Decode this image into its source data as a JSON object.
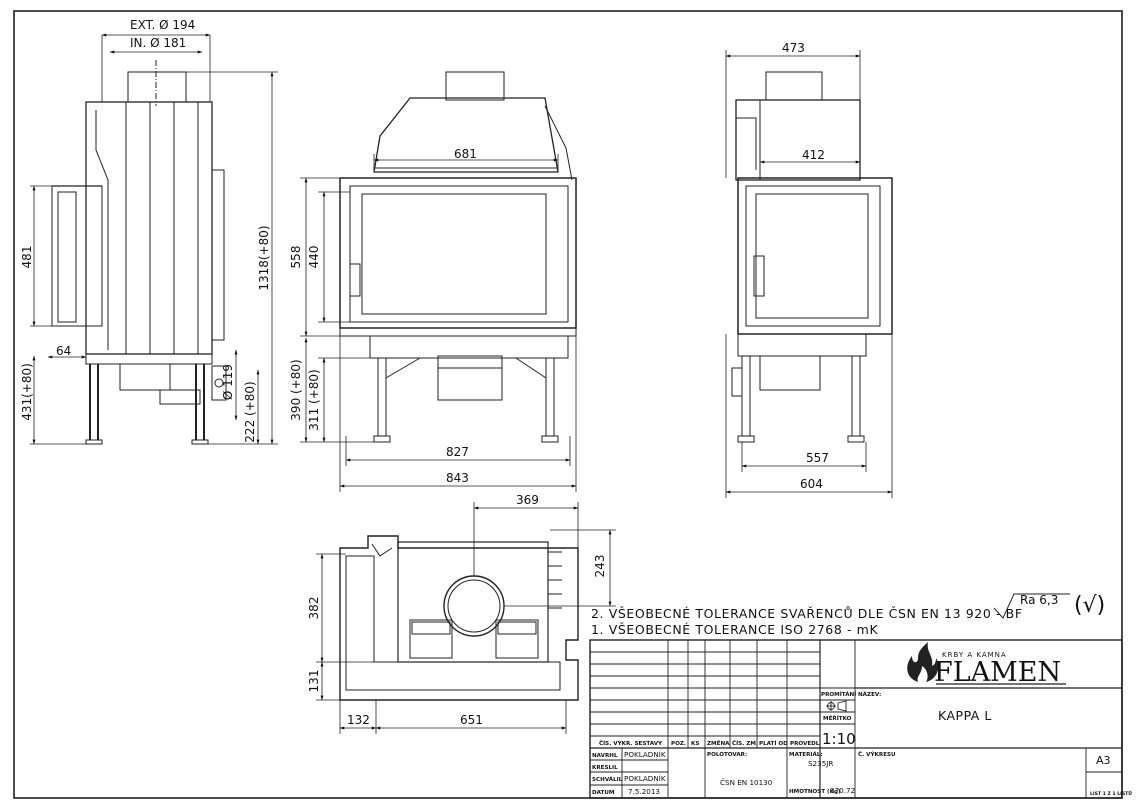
{
  "dimensions": {
    "side": {
      "ext_d": "EXT. Ø 194",
      "in_d": "IN. Ø 181",
      "h_481": "481",
      "h_1318": "1318(+80)",
      "w_64": "64",
      "h_431": "431(+80)",
      "d_119": "Ø 119",
      "h_222": "222 (+80)"
    },
    "front": {
      "w_681": "681",
      "h_558": "558",
      "h_440": "440",
      "h_390": "390 (+80)",
      "h_311": "311 (+80)",
      "w_827": "827",
      "w_843": "843"
    },
    "right": {
      "w_473": "473",
      "w_412": "412",
      "w_557": "557",
      "w_604": "604"
    },
    "top": {
      "w_369": "369",
      "h_243": "243",
      "h_382": "382",
      "h_131": "131",
      "w_132": "132",
      "w_651": "651"
    }
  },
  "notes": {
    "line2": "2. VŠEOBECNÉ TOLERANCE SVAŘENCŮ DLE ČSN EN 13 920 - BF",
    "line1": "1. VŠEOBECNÉ TOLERANCE ISO 2768 - mK",
    "roughness": "Ra 6,3",
    "roughness_paren": "(√)"
  },
  "title_block": {
    "logo_small": "KRBY A KAMNA",
    "logo_big": "FLAMEN",
    "col_headers": [
      "ČÍS. VÝKR. SESTAVY",
      "POZ.",
      "KS",
      "ZMĚNA",
      "ČÍS. ZM.",
      "PLATÍ OD",
      "PROVEDL"
    ],
    "promitani_label": "PROMÍTÁNÍ",
    "meritko_label": "MĚŘÍTKO",
    "scale": "1:10",
    "nazev_label": "NÁZEV:",
    "name": "KAPPA L",
    "navrhl_label": "NAVRHL",
    "navrhl_value": "POKLADNÍK",
    "kreslil_label": "KRESLIL",
    "schvalil_label": "SCHVÁLIL",
    "schvalil_value": "POKLADNÍK",
    "datum_label": "DATUM",
    "datum_value": "7.5.2013",
    "polotovar_label": "POLOTOVAR:",
    "polotovar_value": "ČSN EN 10130",
    "material_label": "MATERIÁL:",
    "material_value": "S235JR",
    "hmotnost_label": "HMOTNOST (Kg)",
    "hmotnost_value": "370.72",
    "cislo_label": "Č. VÝKRESU",
    "format": "A3",
    "sheet": "LIST 1 Z 1 LISTŮ"
  }
}
